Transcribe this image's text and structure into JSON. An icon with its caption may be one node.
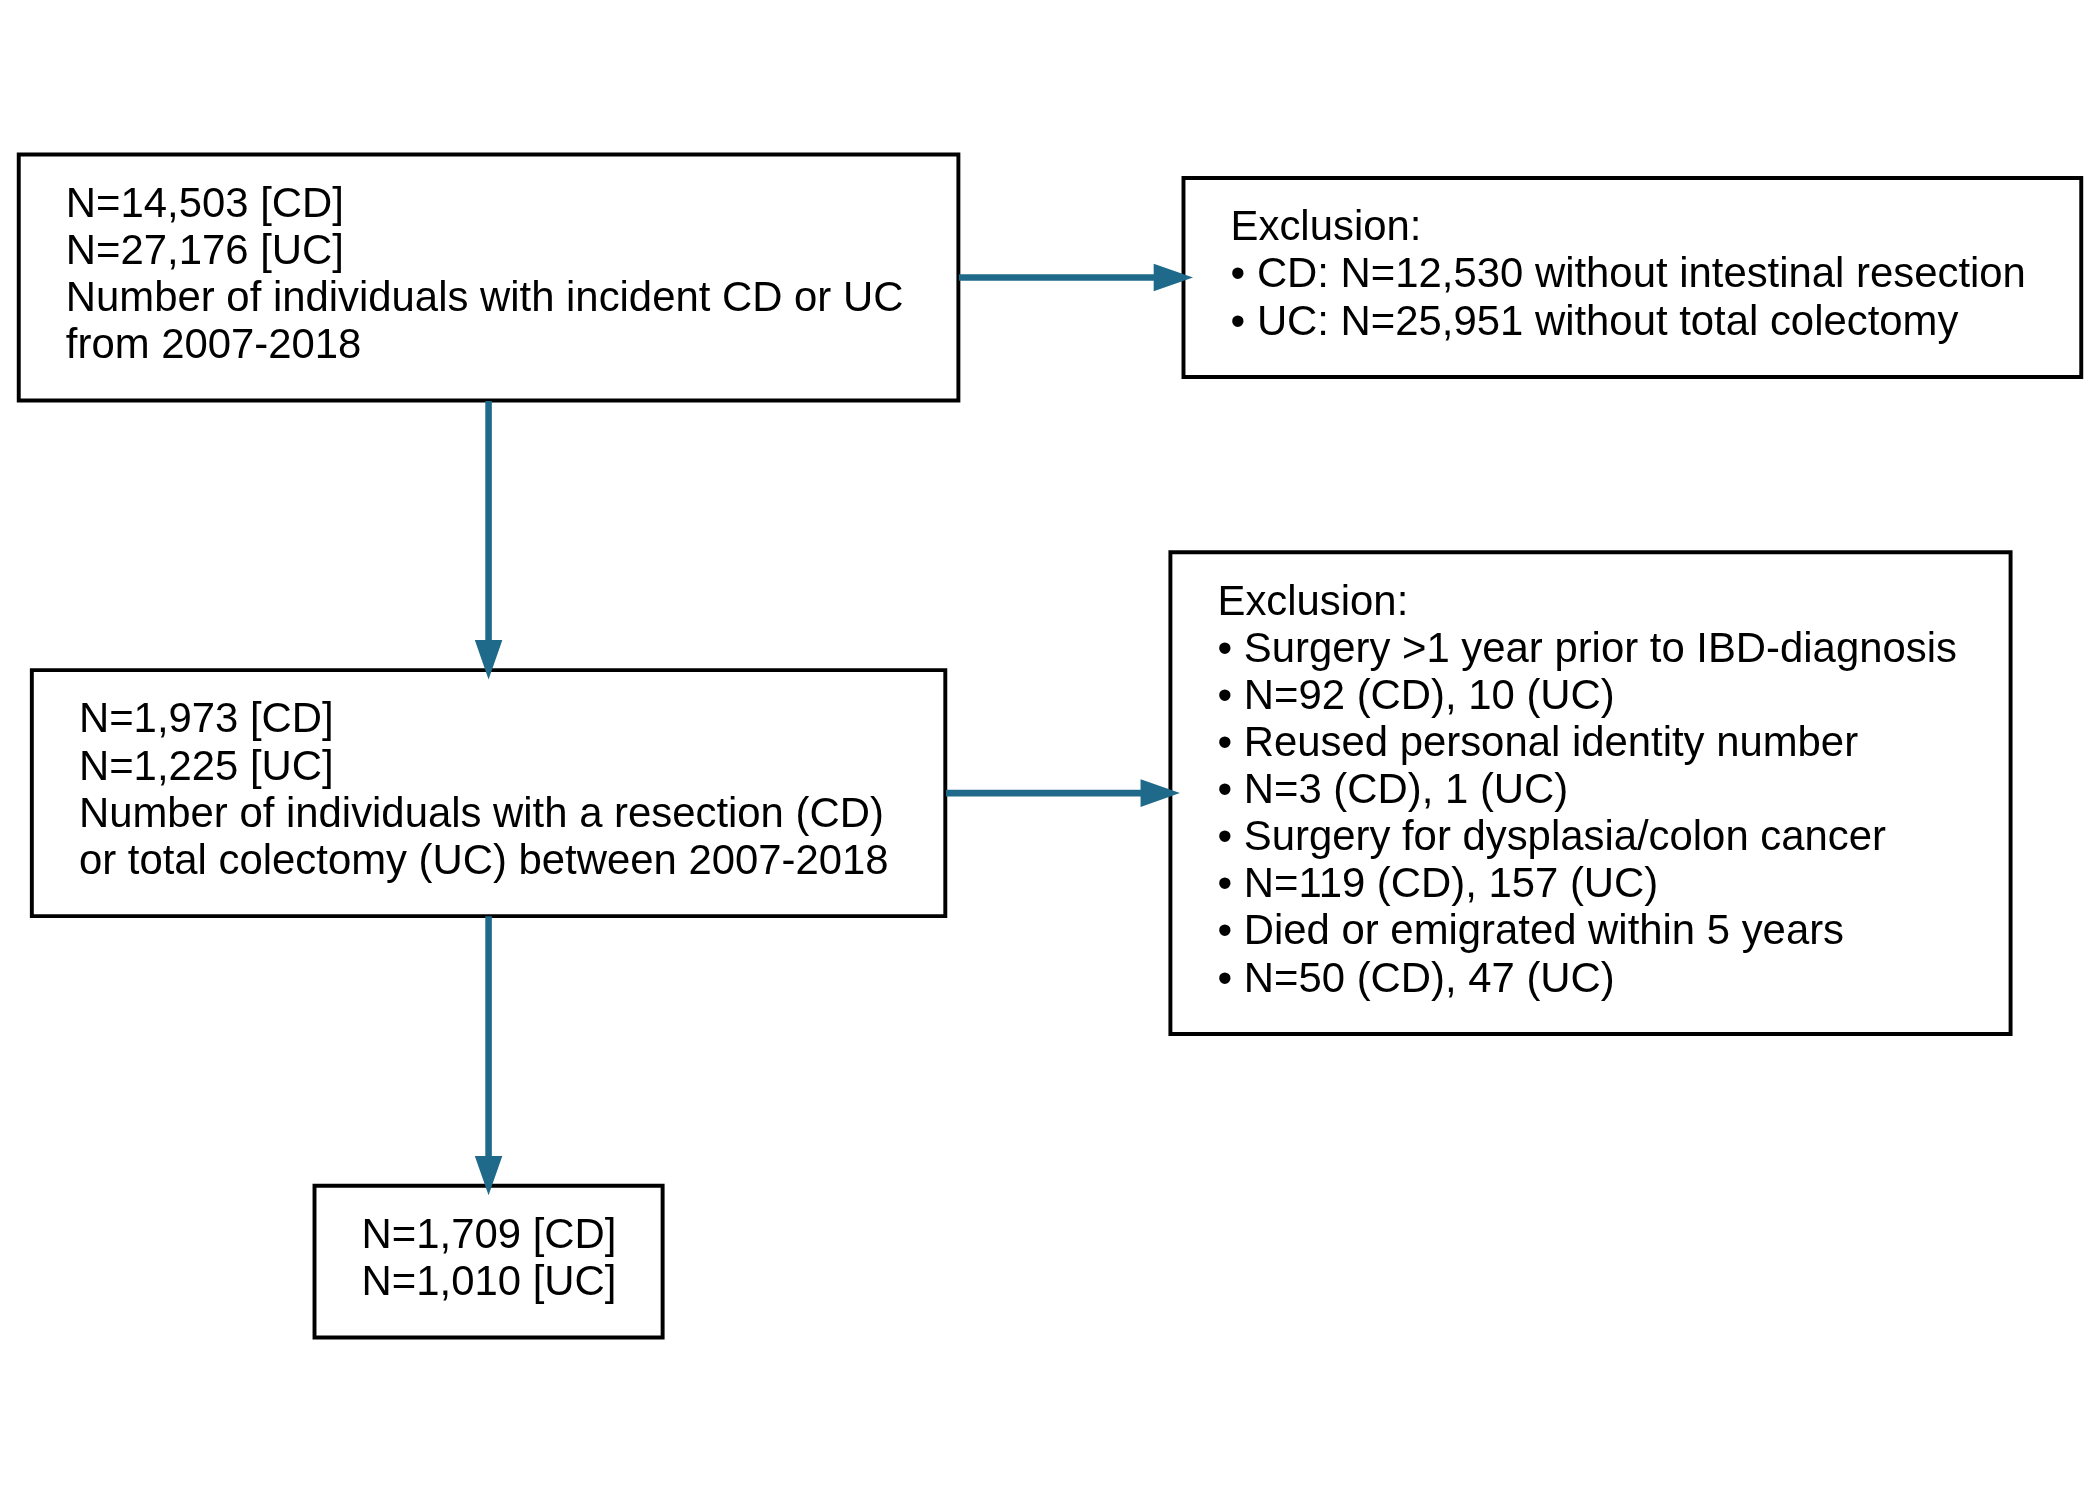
{
  "diagram": {
    "nodes": [
      {
        "text": [
          "N=14,503 [CD]",
          "N=27,176 [UC]",
          "Number of individuals with incident CD or UC from 2007-2018"
        ]
      },
      {
        "text": [
          "Exclusion:",
          "• CD: N=12,530 without intestinal resection",
          "• UC: N=25,951 without total colectomy"
        ]
      },
      {
        "text": [
          "N=1,973 [CD]",
          "N=1,225 [UC]",
          "Number of individuals with a resection (CD) or total colectomy (UC) between 2007-2018"
        ]
      },
      {
        "text": [
          "Exclusion:",
          "• Surgery >1 year prior to IBD-diagnosis",
          "• N=92 (CD), 10 (UC)",
          "• Reused personal identity number",
          "• N=3 (CD), 1 (UC)",
          "• Surgery for dysplasia/colon cancer",
          "• N=119 (CD), 157 (UC)",
          "• Died or emigrated within 5 years",
          "• N=50 (CD), 47 (UC)"
        ]
      },
      {
        "text": [
          "N=1,709 [CD]",
          "N=1,010 [UC]"
        ]
      }
    ],
    "edges": [
      {
        "from": 0,
        "to": 2,
        "arrow": "to"
      },
      {
        "from": 0,
        "to": 1,
        "arrow": "to"
      },
      {
        "from": 2,
        "to": 4,
        "arrow": "to"
      },
      {
        "from": 2,
        "to": 3,
        "arrow": "to"
      }
    ]
  }
}
